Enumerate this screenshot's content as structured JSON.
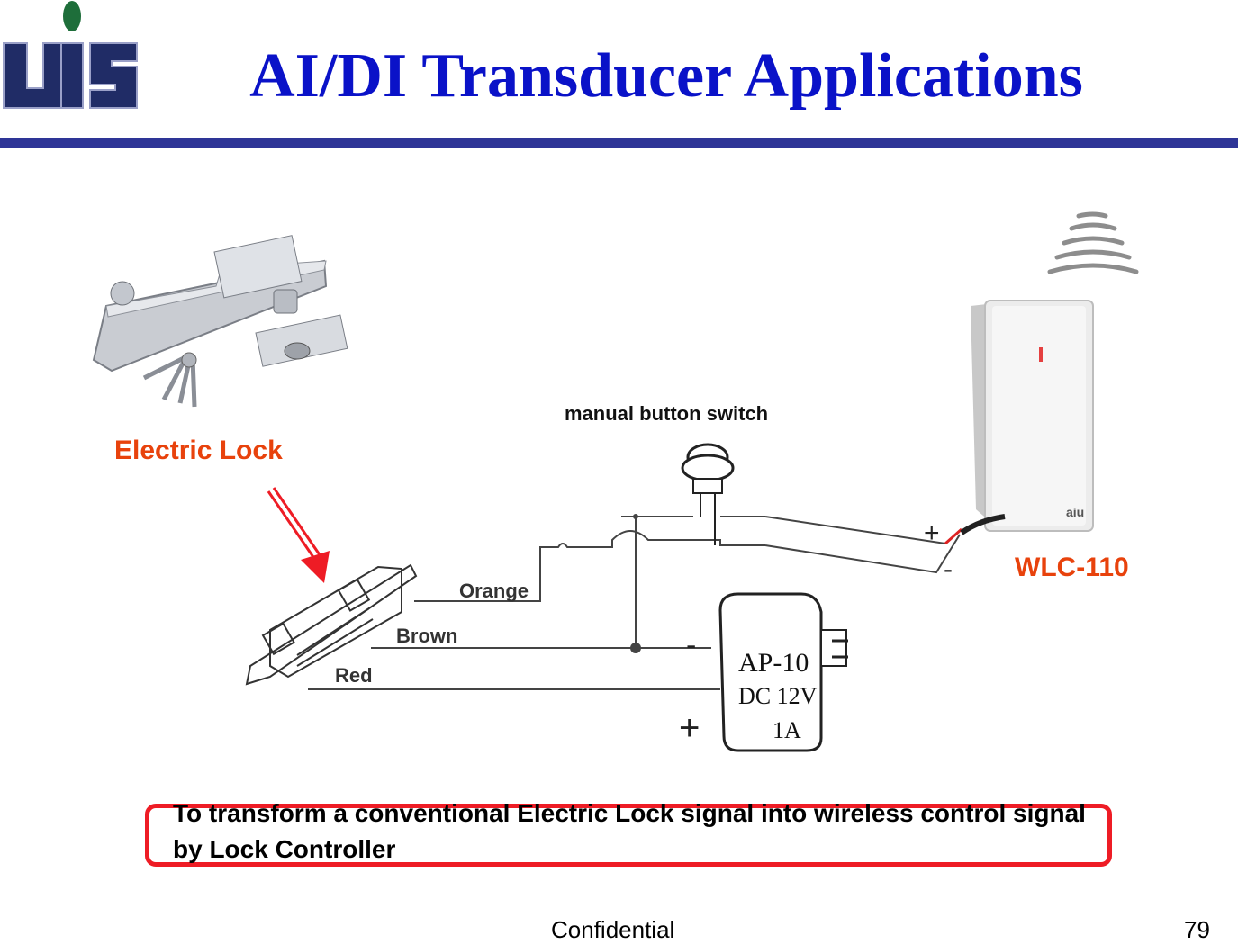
{
  "header": {
    "logo_text": "UIS",
    "title": "AI/DI Transducer Applications"
  },
  "diagram": {
    "electric_lock_label": "Electric Lock",
    "switch_label": "manual button switch",
    "device_label": "WLC-110",
    "device_brand": "aiu",
    "wires": {
      "orange": "Orange",
      "brown": "Brown",
      "red": "Red"
    },
    "terminals": {
      "plus": "+",
      "minus": "-"
    },
    "power_supply": {
      "model": "AP-10",
      "voltage": "DC 12V",
      "current": "1A",
      "minus": "-",
      "plus": "+"
    }
  },
  "caption": "To transform a conventional Electric Lock signal into wireless control signal by Lock Controller",
  "footer": {
    "confidential": "Confidential",
    "page_number": "79"
  },
  "colors": {
    "title": "#0a12c8",
    "rule": "#2e3597",
    "highlight_label": "#e8420c",
    "caption_border": "#ee1c25"
  }
}
